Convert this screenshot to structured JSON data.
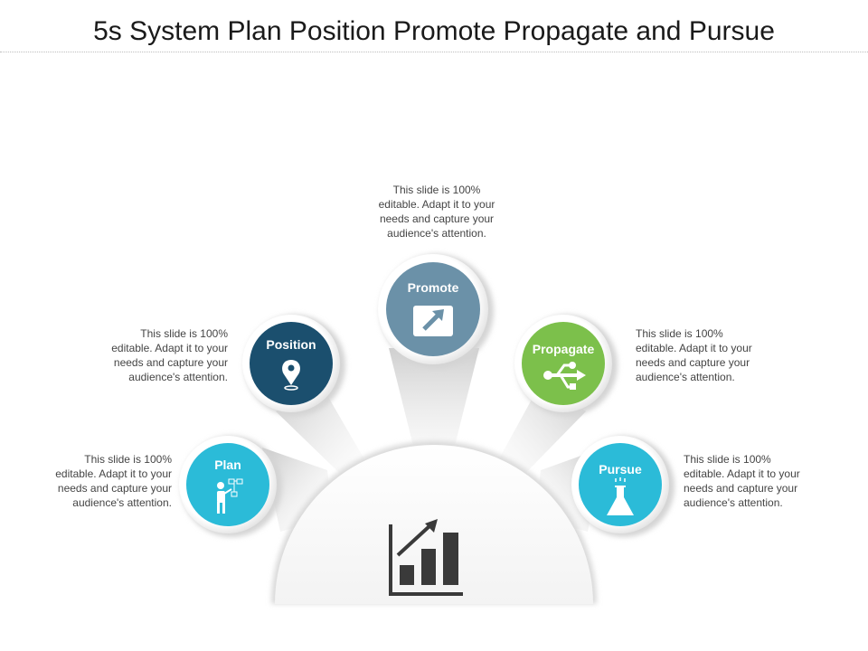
{
  "title": "5s System Plan Position Promote Propagate and Pursue",
  "colors": {
    "plan": "#2bbbd8",
    "position": "#1b4f6e",
    "promote": "#6b91a8",
    "propagate": "#7cc04b",
    "pursue": "#2bbbd8",
    "hub_icon": "#3a3a3a"
  },
  "hub": {
    "icon": "bar-chart-growth-icon"
  },
  "nodes": [
    {
      "id": "plan",
      "label": "Plan",
      "icon": "person-flowchart-icon",
      "text": [
        "This slide is 100%",
        "editable. Adapt it to your",
        "needs and capture your",
        "audience's attention."
      ]
    },
    {
      "id": "position",
      "label": "Position",
      "icon": "location-pin-icon",
      "text": [
        "This slide is 100%",
        "editable. Adapt it to your",
        "needs and capture your",
        "audience's attention."
      ]
    },
    {
      "id": "promote",
      "label": "Promote",
      "icon": "arrow-up-right-box-icon",
      "text": [
        "This slide is 100%",
        "editable. Adapt it to your",
        "needs and capture your",
        "audience's attention."
      ]
    },
    {
      "id": "propagate",
      "label": "Propagate",
      "icon": "usb-share-icon",
      "text": [
        "This slide is 100%",
        "editable. Adapt it to your",
        "needs and capture your",
        "audience's attention."
      ]
    },
    {
      "id": "pursue",
      "label": "Pursue",
      "icon": "flask-icon",
      "text": [
        "This slide is 100%",
        "editable. Adapt it to your",
        "needs and capture your",
        "audience's attention."
      ]
    }
  ]
}
